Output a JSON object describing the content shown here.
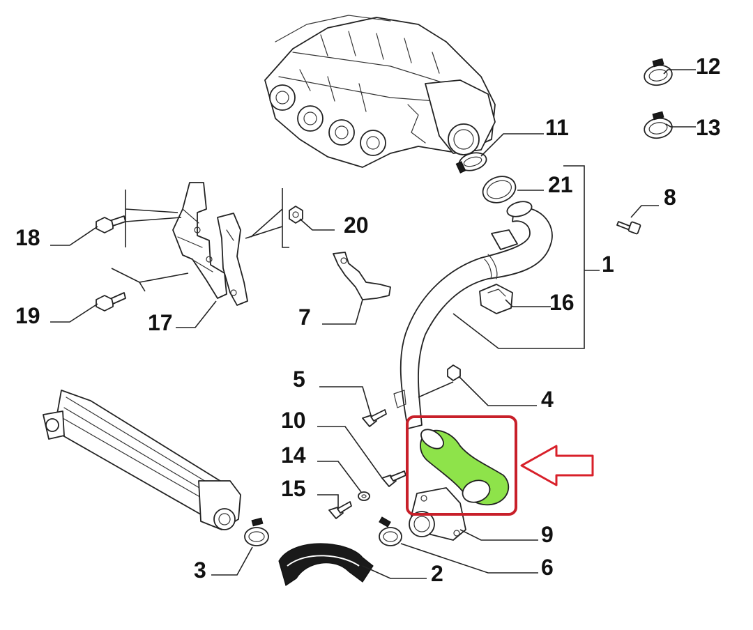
{
  "diagram": {
    "highlight": {
      "frame_color": "#c8202a",
      "part_color": "#8ee34a",
      "arrow_color": "#d8202a"
    },
    "labels": [
      {
        "id": "1",
        "text": "1"
      },
      {
        "id": "2",
        "text": "2"
      },
      {
        "id": "3",
        "text": "3"
      },
      {
        "id": "4",
        "text": "4"
      },
      {
        "id": "5",
        "text": "5"
      },
      {
        "id": "6",
        "text": "6"
      },
      {
        "id": "7",
        "text": "7"
      },
      {
        "id": "8",
        "text": "8"
      },
      {
        "id": "9",
        "text": "9"
      },
      {
        "id": "10",
        "text": "10"
      },
      {
        "id": "11",
        "text": "11"
      },
      {
        "id": "12",
        "text": "12"
      },
      {
        "id": "13",
        "text": "13"
      },
      {
        "id": "14",
        "text": "14"
      },
      {
        "id": "15",
        "text": "15"
      },
      {
        "id": "16",
        "text": "16"
      },
      {
        "id": "17",
        "text": "17"
      },
      {
        "id": "18",
        "text": "18"
      },
      {
        "id": "19",
        "text": "19"
      },
      {
        "id": "20",
        "text": "20"
      },
      {
        "id": "21",
        "text": "21"
      }
    ]
  }
}
